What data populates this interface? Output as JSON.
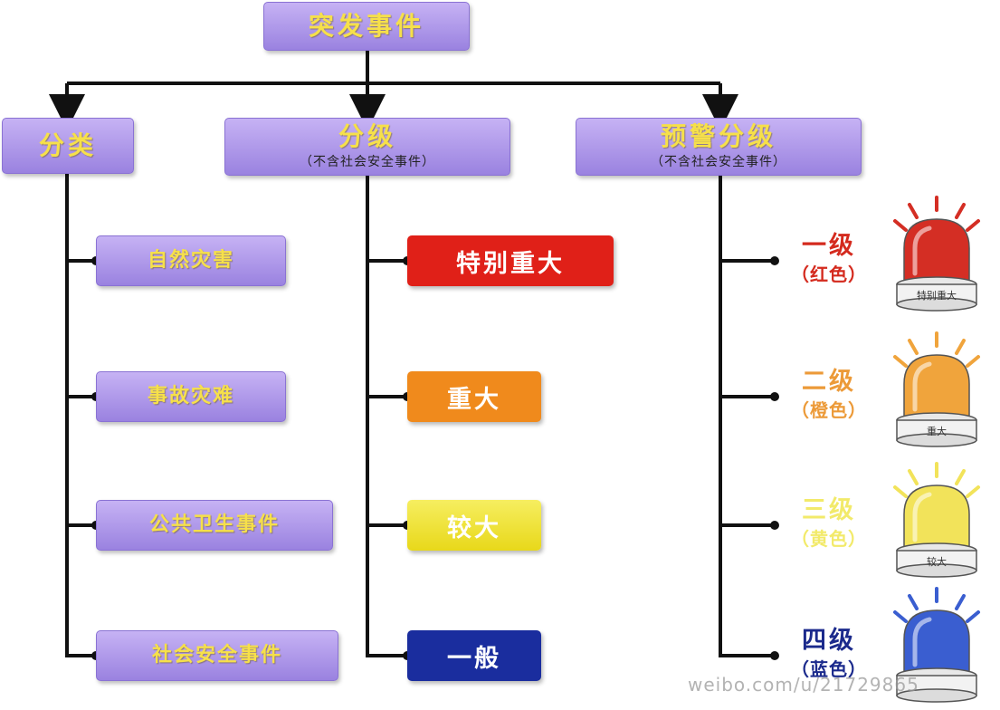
{
  "root": {
    "label": "突发事件"
  },
  "branches": {
    "classification": {
      "label": "分类"
    },
    "grading": {
      "label": "分级",
      "note": "（不含社会安全事件）"
    },
    "warning": {
      "label": "预警分级",
      "note": "（不含社会安全事件）"
    }
  },
  "categories": [
    {
      "label": "自然灾害"
    },
    {
      "label": "事故灾难"
    },
    {
      "label": "公共卫生事件"
    },
    {
      "label": "社会安全事件"
    }
  ],
  "grades": [
    {
      "label": "特别重大",
      "color": "#e02018"
    },
    {
      "label": "重大",
      "color": "#f08a1c"
    },
    {
      "label": "较大",
      "color": "#eedd22"
    },
    {
      "label": "一般",
      "color": "#1a2d9e"
    }
  ],
  "warning_levels": [
    {
      "level": "一级",
      "color_name": "（红色）",
      "color": "#d42a1e",
      "lamp_color": "#d42e24",
      "lamp_text": "特别重大"
    },
    {
      "level": "二级",
      "color_name": "（橙色）",
      "color": "#ec9a38",
      "lamp_color": "#f0a43c",
      "lamp_text": "重大"
    },
    {
      "level": "三级",
      "color_name": "（黄色）",
      "color": "#f2ea6a",
      "lamp_color": "#f2e35a",
      "lamp_text": "较大"
    },
    {
      "level": "四级",
      "color_name": "（蓝色）",
      "color": "#1b2a8c",
      "lamp_color": "#3a5ed0",
      "lamp_text": ""
    }
  ],
  "watermark": "weibo.com/u/21729865"
}
